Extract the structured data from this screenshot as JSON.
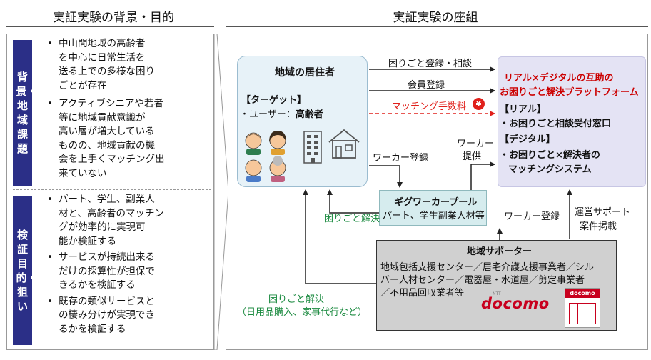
{
  "left": {
    "header": "実証実験の背景・目的",
    "tab1": "背景・地域課題",
    "bullets1": [
      [
        "中山間地域の高齢者",
        "を中心に日常生活を",
        "送る上での多様な困り",
        "ごとが存在"
      ],
      [
        "アクティブシニアや若者",
        "等に地域貢献意識が",
        "高い層が増大している",
        "ものの、地域貢献の機",
        "会を上手くマッチング出",
        "来ていない"
      ]
    ],
    "tab2": "検証目的・狙い",
    "bullets2": [
      [
        "パート、学生、副業人",
        "材と、高齢者のマッチン",
        "グが効率的に実現可",
        "能か検証する"
      ],
      [
        "サービスが持続出来る",
        "だけの採算性が担保で",
        "きるかを検証する"
      ],
      [
        "既存の類似サービスと",
        "の棲み分けが実現でき",
        "るかを検証する"
      ]
    ]
  },
  "right": {
    "header": "実証実験の座組",
    "residents": {
      "title": "地域の居住者",
      "target": "【ターゲット】",
      "user_prefix": "・ユーザー：",
      "user_value": "高齢者"
    },
    "platform": {
      "title1": "リアル×デジタルの互助の",
      "title2": "お困りごと解決プラットフォーム",
      "real": "【リアル】",
      "real_item": "・お困りごと相談受付窓口",
      "digital": "【デジタル】",
      "digital_item1": "・お困りごと×解決者の",
      "digital_item2": "マッチングシステム"
    },
    "pool": {
      "title": "ギグワーカープール",
      "sub": "パート、学生副業人材等"
    },
    "supporter": {
      "title": "地域サポーター",
      "line1": "地域包括支援センター／居宅介護支援事業者／シル",
      "line2": "バー人材センター／電器屋・水道屋／剪定事業者",
      "line3": "／不用品回収業者等",
      "docomo": "docomo",
      "docomo_small": "docomo",
      "ntt": "NTT"
    },
    "arrows": {
      "a1": "困りごと登録・相談",
      "a2": "会員登録",
      "a3": "マッチング手数料",
      "yen": "¥",
      "worker_reg1": "ワーカー登録",
      "worker_provide1": "ワーカー",
      "worker_provide2": "提供",
      "solve1": "困りごと解決",
      "worker_reg2": "ワーカー登録",
      "ops1": "運営サポート",
      "ops2": "案件掲載",
      "solve2a": "困りごと解決",
      "solve2b": "（日用品購入、家事代行など）"
    }
  }
}
